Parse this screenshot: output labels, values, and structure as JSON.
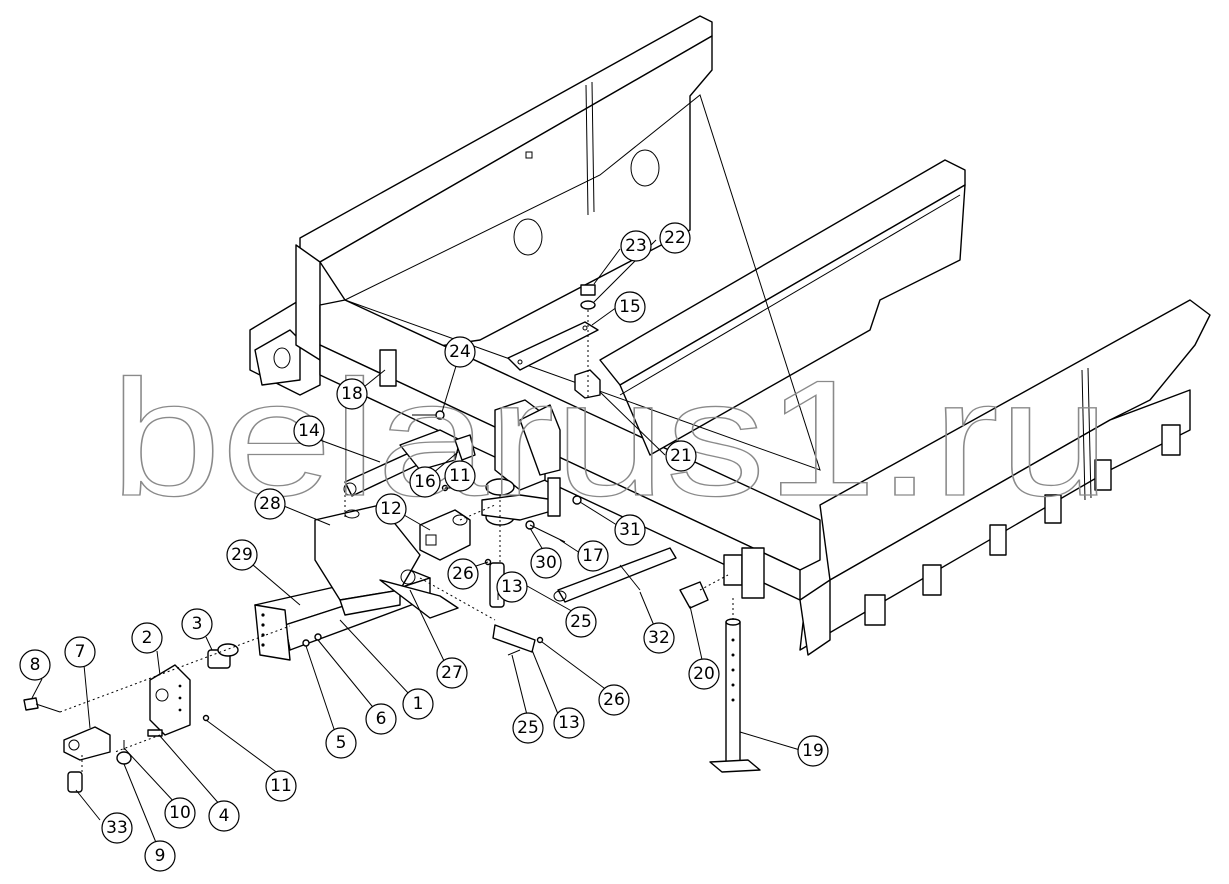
{
  "watermark": "belarus1.ru",
  "callouts": [
    "1",
    "2",
    "3",
    "4",
    "5",
    "6",
    "7",
    "8",
    "9",
    "10",
    "11",
    "11",
    "12",
    "13",
    "13",
    "14",
    "15",
    "16",
    "17",
    "18",
    "19",
    "20",
    "21",
    "22",
    "23",
    "24",
    "25",
    "25",
    "26",
    "26",
    "27",
    "28",
    "29",
    "30",
    "31",
    "32",
    "33"
  ],
  "colors": {
    "line": "#000000",
    "background": "#ffffff",
    "watermark": "#8a8a8a"
  }
}
